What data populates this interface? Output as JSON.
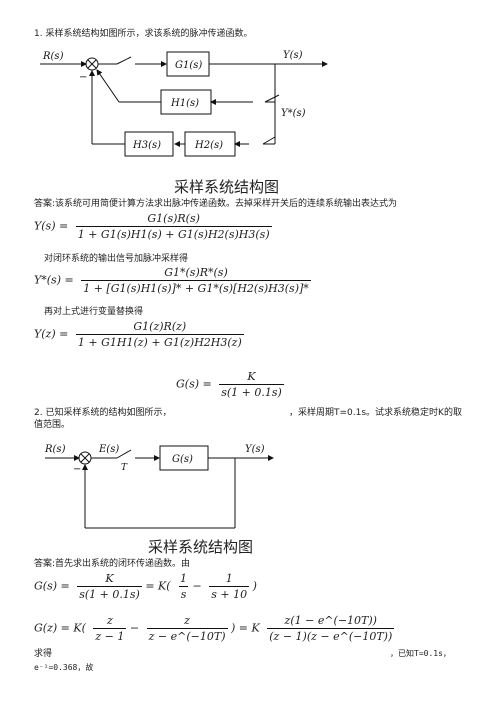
{
  "problem1": {
    "question": "1. 采样系统结构如图所示，求该系统的脉冲传递函数。",
    "diagram": {
      "input": "R(s)",
      "g1": "G1(s)",
      "h1": "H1(s)",
      "h3": "H3(s)",
      "h2": "H2(s)",
      "output": "Y(s)",
      "sampled_output": "Y*(s)",
      "minus": "−"
    },
    "caption": "采样系统结构图",
    "answer_intro": "答案:该系统可用简便计算方法求出脉冲传递函数。去掉采样开关后的连续系统输出表达式为",
    "eq1_lhs": "Y(s) =",
    "eq1_num": "G1(s)R(s)",
    "eq1_den": "1 + G1(s)H1(s) + G1(s)H2(s)H3(s)",
    "step2": "对闭环系统的输出信号加脉冲采样得",
    "eq2_lhs": "Y*(s) =",
    "eq2_num": "G1*(s)R*(s)",
    "eq2_den": "1 + [G1(s)H1(s)]* + G1*(s)[H2(s)H3(s)]*",
    "step3": "再对上式进行变量替换得",
    "eq3_lhs": "Y(z) =",
    "eq3_num": "G1(z)R(z)",
    "eq3_den": "1 + G1H1(z) + G1(z)H2H3(z)"
  },
  "problem2": {
    "gs_lhs": "G(s) =",
    "gs_num": "K",
    "gs_den": "s(1 + 0.1s)",
    "question_a": "2. 已知采样系统的结构如图所示，",
    "question_b": "，采样周期T=0.1s。试求系统稳定时K的取",
    "question_c": "值范围。",
    "diagram": {
      "input": "R(s)",
      "error": "E(s)",
      "plant": "G(s)",
      "output": "Y(s)",
      "switch": "T",
      "minus": "−"
    },
    "caption": "采样系统结构图",
    "answer_intro": "答案:首先求出系统的闭环传递函数。由",
    "eq4": {
      "lhs": "G(s) =",
      "f1_num": "K",
      "f1_den": "s(1 + 0.1s)",
      "mid": "= K(",
      "f2_num": "1",
      "f2_den": "s",
      "minus": "−",
      "f3_num": "1",
      "f3_den": "s + 10",
      "close": ")"
    },
    "eq5": {
      "lhs": "G(z) = K(",
      "f1_num": "z",
      "f1_den": "z − 1",
      "minus": "−",
      "f2_num": "z",
      "f2_den": "z − e^(−10T)",
      "mid": ") = K",
      "f3_num": "z(1 − e^(−10T))",
      "f3_den": "(z − 1)(z − e^(−10T))"
    },
    "tail_a": "求得",
    "tail_b": "，已知T=0.1s，",
    "tail_c": "e⁻¹=0.368，故"
  }
}
